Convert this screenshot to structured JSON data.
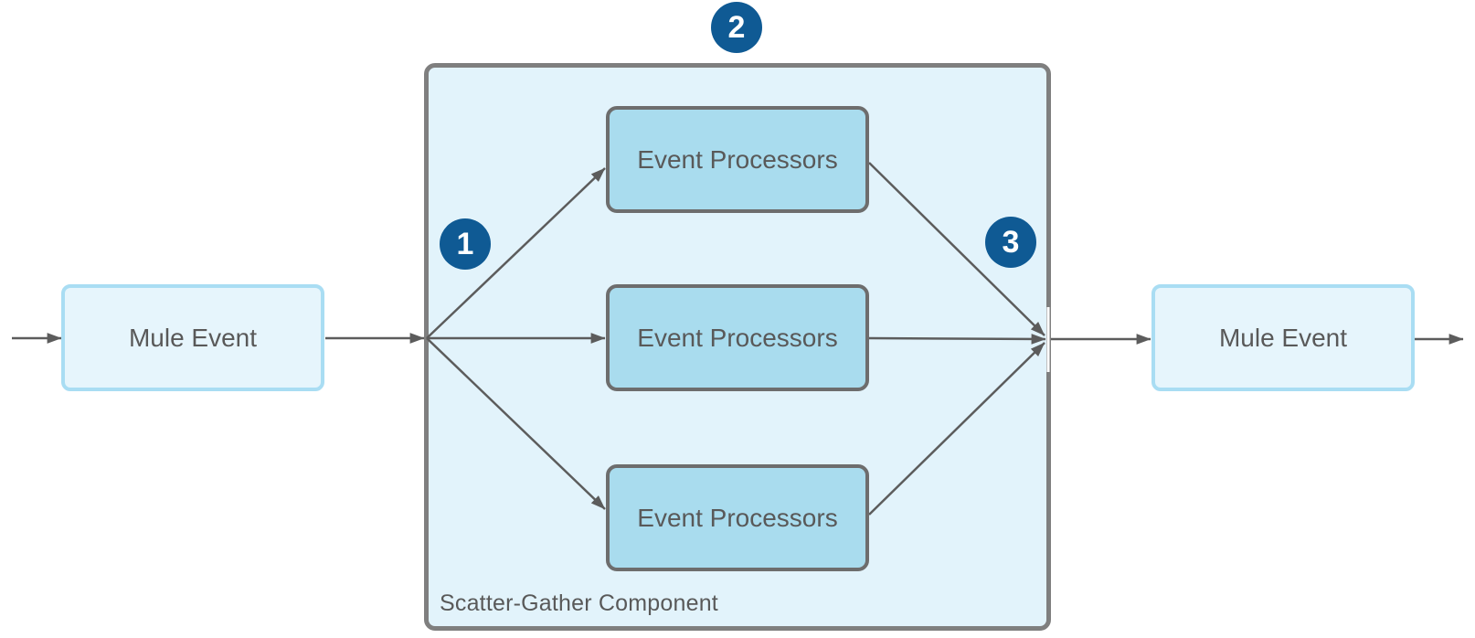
{
  "nodes": {
    "mule_event_left": "Mule Event",
    "mule_event_right": "Mule Event",
    "event_processors": [
      "Event Processors",
      "Event Processors",
      "Event Processors"
    ],
    "scatter_gather_label": "Scatter-Gather Component"
  },
  "badges": {
    "scatter": "1",
    "component": "2",
    "gather": "3"
  },
  "colors": {
    "badge_blue": "#0f5a94",
    "container_fill": "#e2f3fb",
    "container_border": "#7f7f7f",
    "processor_fill": "#a9dcee",
    "processor_border": "#6d6d6d",
    "event_fill": "#e6f5fc",
    "event_border": "#a9ddf3",
    "arrow": "#5c5c5c",
    "text": "#595959"
  }
}
